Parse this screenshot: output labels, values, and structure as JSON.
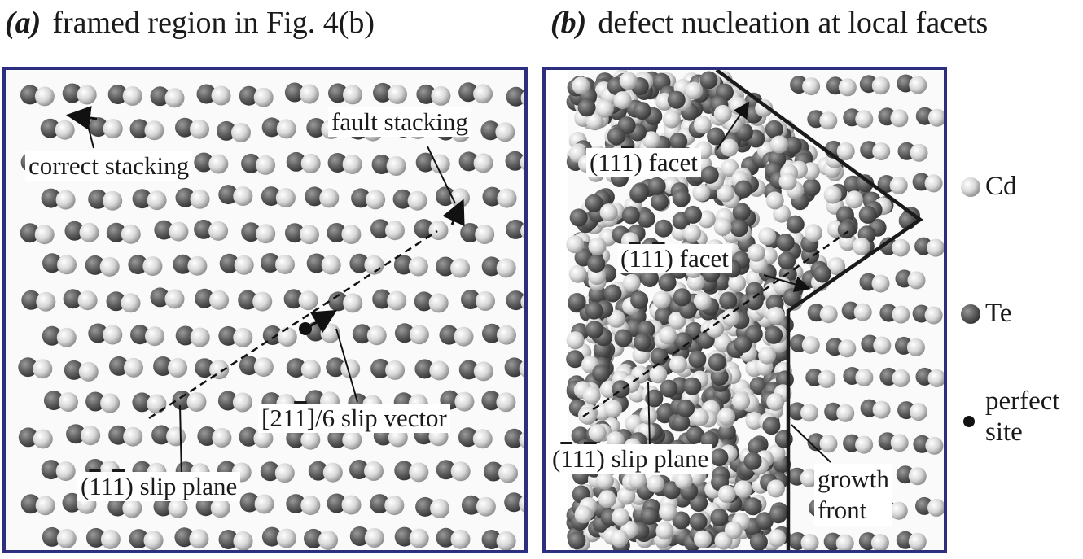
{
  "panel_a": {
    "tag": "(a)",
    "title": "framed region in Fig. 4(b)",
    "labels": {
      "correct_stacking": "correct stacking",
      "fault_stacking": "fault stacking",
      "slip_vector_pre": "[21",
      "slip_vector_bar": "1",
      "slip_vector_post": "]/6 slip vector",
      "slip_plane_open": "(",
      "slip_plane_bar1": "1",
      "slip_plane_mid": "1",
      "slip_plane_bar2": "1",
      "slip_plane_close": ") slip plane"
    }
  },
  "panel_b": {
    "tag": "(b)",
    "title": "defect nucleation at local facets",
    "labels": {
      "facet1_pre": "(11",
      "facet1_bar": "1",
      "facet1_post": ") facet",
      "facet2_open": "(",
      "facet2_bar1": "1",
      "facet2_mid": "1",
      "facet2_bar2": "1",
      "facet2_close": ") facet",
      "slip_open": "(",
      "slip_bar1": "1",
      "slip_mid": "1",
      "slip_bar2": "1",
      "slip_close": ") slip plane",
      "growth_front_1": "growth",
      "growth_front_2": "front"
    }
  },
  "legend": {
    "cd": "Cd",
    "te": "Te",
    "perfect_1": "perfect",
    "perfect_2": "site"
  },
  "colors": {
    "frame": "#2e2e7e",
    "cd_atom": "#d4d4d4",
    "te_atom": "#5f5f5f"
  }
}
